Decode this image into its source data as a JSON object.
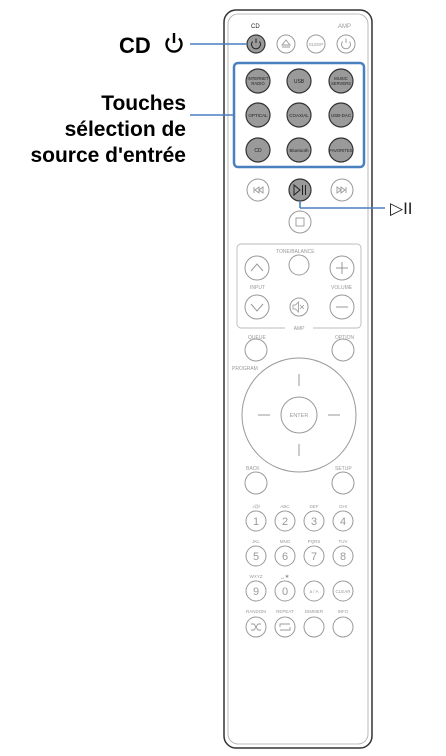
{
  "callouts": {
    "cd_power": "CD",
    "source_line1": "Touches",
    "source_line2": "sélection de",
    "source_line3": "source d'entrée",
    "play_pause_glyph": "▷II"
  },
  "remote": {
    "top": {
      "cd": "CD",
      "amp": "AMP",
      "sleep": "SLEEP"
    },
    "sources": [
      [
        "INTERNET RADIO",
        "USB",
        "MUSIC SERVERS"
      ],
      [
        "OPTICAL",
        "COAXIAL",
        "USB-DAC"
      ],
      [
        "CD",
        "Bluetooth",
        "FAVORITES"
      ]
    ],
    "amp_section": {
      "tone_balance": "TONE/BALANCE",
      "input": "INPUT",
      "volume": "VOLUME",
      "amp": "AMP"
    },
    "queue": "QUEUE",
    "option": "OPTION",
    "program": "PROGRAM",
    "enter": "ENTER",
    "back": "BACK",
    "setup": "SETUP",
    "letters": [
      "./@/",
      "ABC",
      "DEF",
      "GHI",
      "JKL",
      "MNO",
      "PQRS",
      "TUV",
      "WXYZ",
      "␣ ✱"
    ],
    "digits": [
      "1",
      "2",
      "3",
      "4",
      "5",
      "6",
      "7",
      "8",
      "9",
      "0"
    ],
    "a_a": "a / A",
    "clear": "CLEAR",
    "bottom_labels": [
      "RANDOM",
      "REPEAT",
      "DIMMER",
      "INFO"
    ]
  },
  "colors": {
    "highlight_box": "#4a7fc0",
    "source_button": "#9a9a9a",
    "callout_line": "#4a7fc0"
  }
}
